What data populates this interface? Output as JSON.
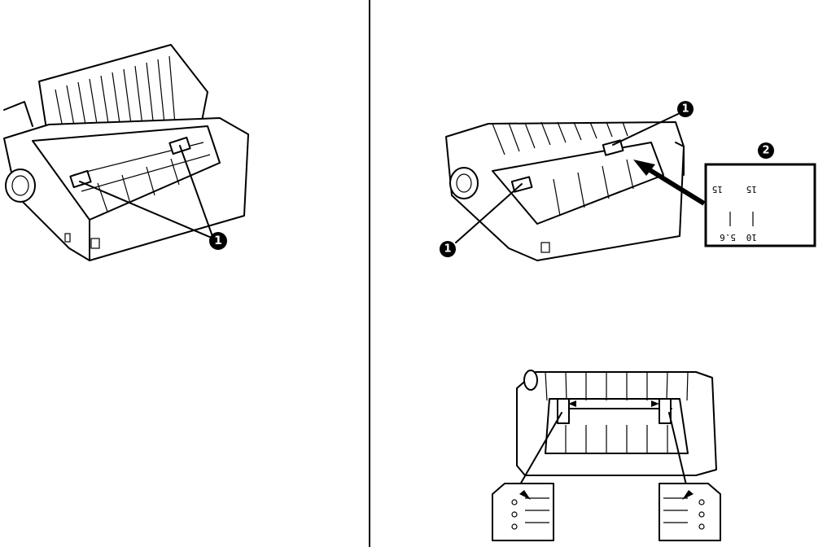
{
  "figures": {
    "fig1": {
      "callout": "1"
    },
    "fig2": {
      "callout_top": "1",
      "callout_bottom": "1",
      "inset_callout": "2",
      "inset_labels": [
        "15",
        "15",
        "5.6",
        "10"
      ]
    },
    "fig3": {}
  }
}
